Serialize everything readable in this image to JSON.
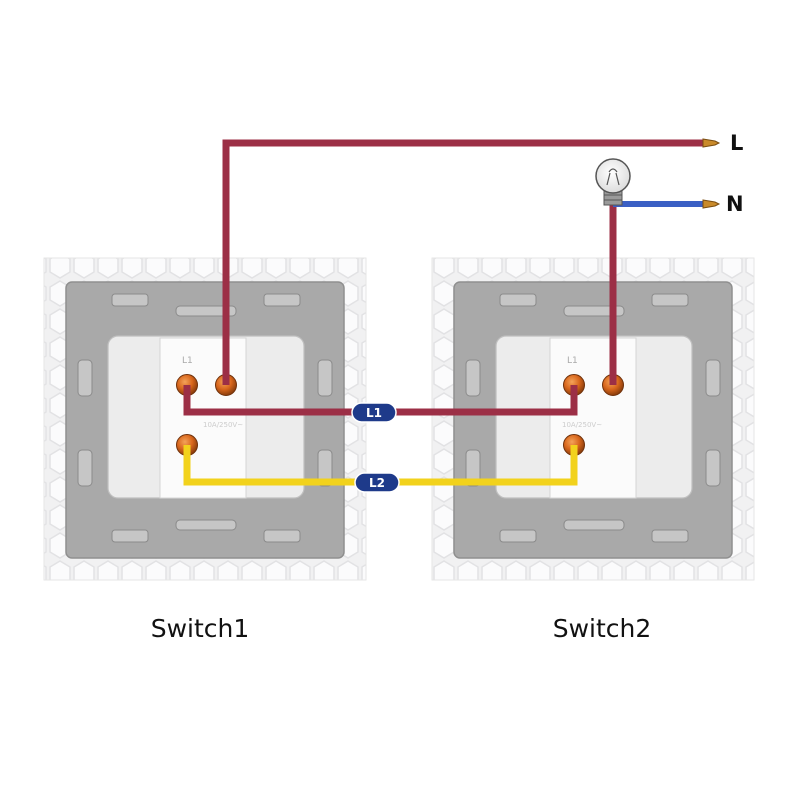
{
  "terminals": {
    "live": "L",
    "neutral": "N"
  },
  "switches": [
    {
      "caption": "Switch1",
      "terminal_label": "L1",
      "rating": "10A/250V~"
    },
    {
      "caption": "Switch2",
      "terminal_label": "L1",
      "rating": "10A/250V~"
    }
  ],
  "links": {
    "l1": "L1",
    "l2": "L2"
  },
  "colors": {
    "live_wire": "#9c2f46",
    "neutral_wire": "#3a5fc4",
    "l2_wire": "#f2d21c",
    "pill": "#1e3a8a",
    "terminal": "#e06c1a"
  }
}
